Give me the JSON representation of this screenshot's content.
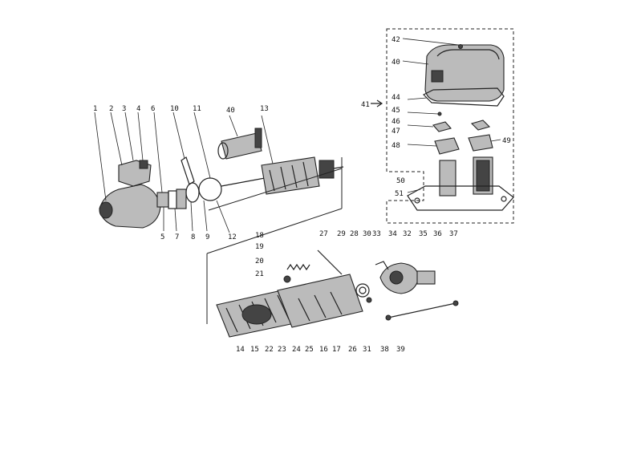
{
  "diagram": {
    "callouts": [
      {
        "n": "1"
      },
      {
        "n": "2"
      },
      {
        "n": "3"
      },
      {
        "n": "4"
      },
      {
        "n": "5"
      },
      {
        "n": "6"
      },
      {
        "n": "7"
      },
      {
        "n": "8"
      },
      {
        "n": "9"
      },
      {
        "n": "10"
      },
      {
        "n": "11"
      },
      {
        "n": "12"
      },
      {
        "n": "13"
      },
      {
        "n": "14"
      },
      {
        "n": "15"
      },
      {
        "n": "16"
      },
      {
        "n": "17"
      },
      {
        "n": "18"
      },
      {
        "n": "19"
      },
      {
        "n": "20"
      },
      {
        "n": "21"
      },
      {
        "n": "22"
      },
      {
        "n": "23"
      },
      {
        "n": "24"
      },
      {
        "n": "25"
      },
      {
        "n": "26"
      },
      {
        "n": "27"
      },
      {
        "n": "28"
      },
      {
        "n": "29"
      },
      {
        "n": "30"
      },
      {
        "n": "31"
      },
      {
        "n": "32"
      },
      {
        "n": "33"
      },
      {
        "n": "34"
      },
      {
        "n": "35"
      },
      {
        "n": "36"
      },
      {
        "n": "37"
      },
      {
        "n": "38"
      },
      {
        "n": "39"
      },
      {
        "n": "40"
      },
      {
        "n": "40"
      },
      {
        "n": "41"
      },
      {
        "n": "42"
      },
      {
        "n": "44"
      },
      {
        "n": "45"
      },
      {
        "n": "46"
      },
      {
        "n": "47"
      },
      {
        "n": "48"
      },
      {
        "n": "49"
      },
      {
        "n": "50"
      },
      {
        "n": "51"
      }
    ]
  }
}
